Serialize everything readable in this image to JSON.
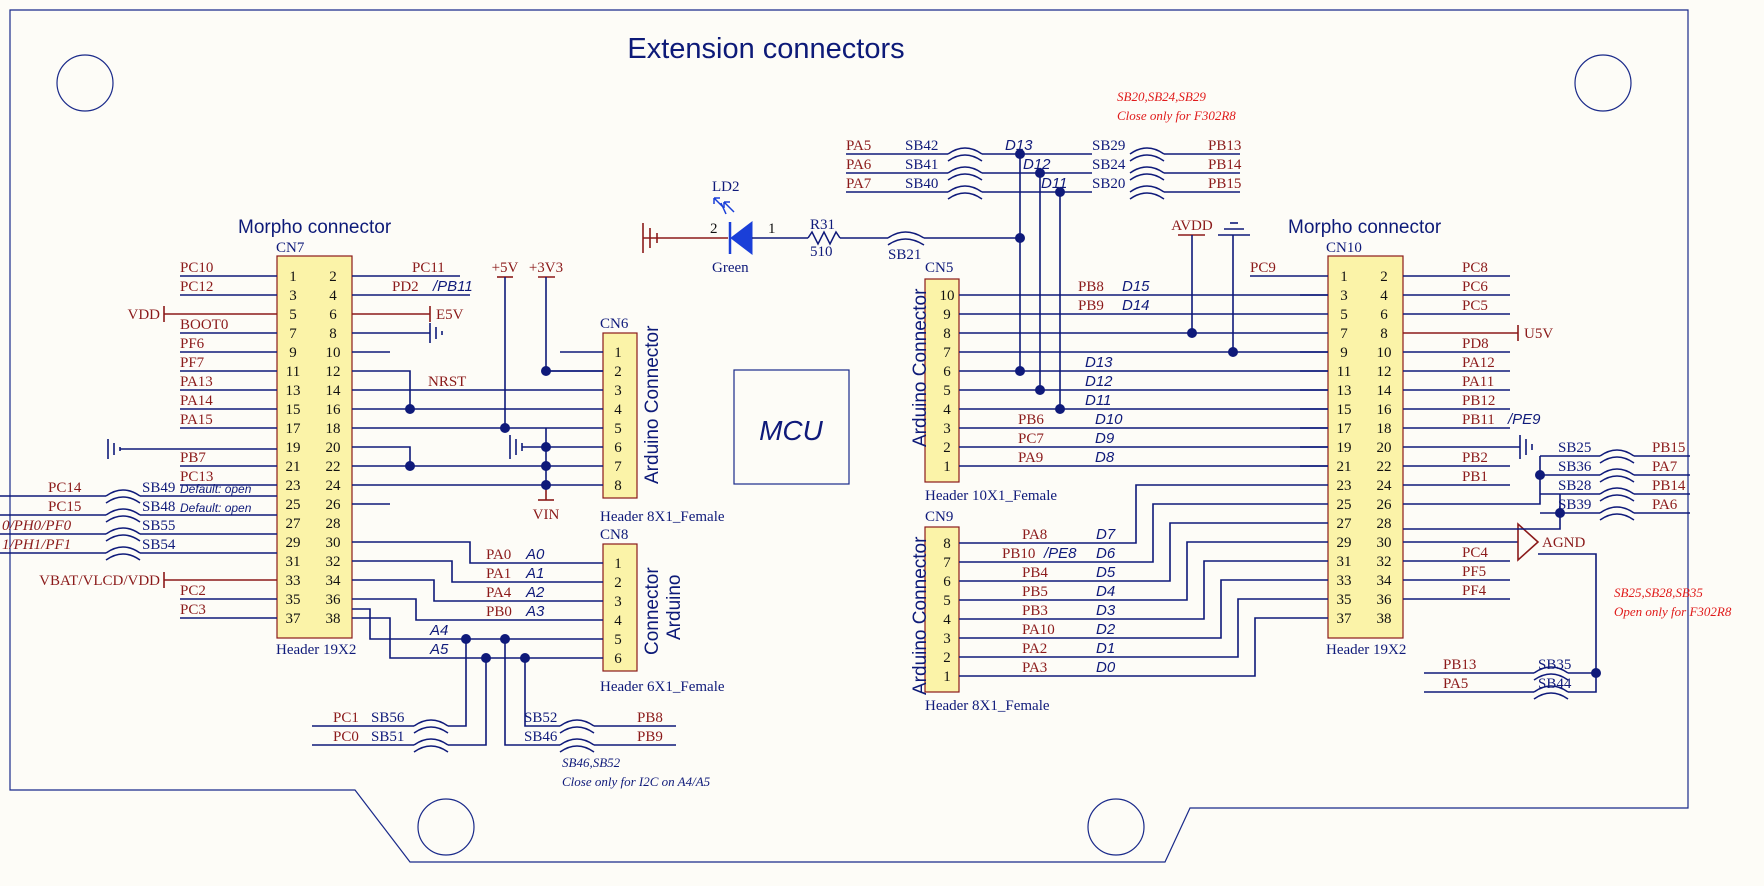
{
  "title": "Extension connectors",
  "mcu_label": "MCU",
  "colors": {
    "wire": "#0f1a7a",
    "net_label": "#8b1a1a",
    "note": "#e01b1b",
    "title": "#0d1a78",
    "body": "#fbf3a8"
  },
  "notes": {
    "sb_f302_close": [
      "SB20,SB24,SB29",
      "Close only for F302R8"
    ],
    "sb_f302_open": [
      "SB25,SB28,SB35",
      "Open only for F302R8"
    ],
    "sb_i2c": [
      "SB46,SB52",
      "Close only for I2C on A4/A5"
    ]
  },
  "cn7": {
    "title": "Morpho connector",
    "ref": "CN7",
    "footer": "Header 19X2",
    "pins_odd": [
      "1",
      "3",
      "5",
      "7",
      "9",
      "11",
      "13",
      "15",
      "17",
      "19",
      "21",
      "23",
      "25",
      "27",
      "29",
      "31",
      "33",
      "35",
      "37"
    ],
    "pins_even": [
      "2",
      "4",
      "6",
      "8",
      "10",
      "12",
      "14",
      "16",
      "18",
      "20",
      "22",
      "24",
      "26",
      "28",
      "30",
      "32",
      "34",
      "36",
      "38"
    ],
    "left_labels": [
      "PC10",
      "PC12",
      "",
      "BOOT0",
      "PF6",
      "PF7",
      "PA13",
      "PA14",
      "PA15",
      "",
      "PB7",
      "PC13",
      "",
      "",
      "",
      "",
      "",
      "PC2",
      "PC3"
    ],
    "right_labels": [
      "PC11",
      "PD2",
      "E5V",
      "",
      "",
      "",
      "",
      "",
      "",
      "",
      "",
      "",
      "",
      "",
      "",
      "",
      "",
      "",
      ""
    ],
    "pb11_alt": "/PB11",
    "nrst": "NRST",
    "vdd": "VDD",
    "vbat": "VBAT/VLCD/VDD",
    "far_left": [
      "PC14",
      "PC15",
      "0/PH0/PF0",
      "1/PH1/PF1"
    ],
    "far_left_sb": [
      "SB49",
      "SB48",
      "SB55",
      "SB54"
    ],
    "default_open": [
      "Default: open",
      "Default: open"
    ]
  },
  "cn6": {
    "ref": "CN6",
    "name": "Arduino Connector",
    "footer": "Header 8X1_Female",
    "pins": [
      "1",
      "2",
      "3",
      "4",
      "5",
      "6",
      "7",
      "8"
    ],
    "plus5": "+5V",
    "plus33": "+3V3",
    "vin": "VIN"
  },
  "cn8": {
    "ref": "CN8",
    "name_lines": [
      "Connector",
      "Arduino"
    ],
    "footer": "Header 6X1_Female",
    "pins": [
      "1",
      "2",
      "3",
      "4",
      "5",
      "6"
    ],
    "port_labels": [
      "PA0",
      "PA1",
      "PA4",
      "PB0"
    ],
    "arduino_labels": [
      "A0",
      "A1",
      "A2",
      "A3",
      "A4",
      "A5"
    ]
  },
  "bottom_left": {
    "labels": [
      "PC1",
      "PC0"
    ],
    "sb": [
      "SB56",
      "SB51"
    ],
    "right_sb": [
      "SB52",
      "SB46"
    ],
    "right_labels": [
      "PB8",
      "PB9"
    ]
  },
  "led": {
    "ref": "LD2",
    "color": "Green",
    "pin_a": "2",
    "pin_k": "1",
    "r_ref": "R31",
    "r_val": "510",
    "sb": "SB21"
  },
  "top_sb": {
    "left_labels": [
      "PA5",
      "PA6",
      "PA7"
    ],
    "left_sb": [
      "SB42",
      "SB41",
      "SB40"
    ],
    "mid_labels": [
      "D13",
      "D12",
      "D11"
    ],
    "right_sb": [
      "SB29",
      "SB24",
      "SB20"
    ],
    "right_labels": [
      "PB13",
      "PB14",
      "PB15"
    ]
  },
  "cn5": {
    "ref": "CN5",
    "name": "Arduino Connector",
    "footer": "Header 10X1_Female",
    "pins": [
      "10",
      "9",
      "8",
      "7",
      "6",
      "5",
      "4",
      "3",
      "2",
      "1"
    ],
    "port_labels": [
      "PB8",
      "PB9",
      "",
      "",
      "",
      "",
      "PB6",
      "PC7",
      "PA9"
    ],
    "arduino_labels": [
      "D15",
      "D14",
      "",
      "",
      "D13",
      "D12",
      "D11",
      "D10",
      "D9",
      "D8"
    ]
  },
  "cn9": {
    "ref": "CN9",
    "name": "Arduino Connector",
    "footer": "Header 8X1_Female",
    "pins": [
      "8",
      "7",
      "6",
      "5",
      "4",
      "3",
      "2",
      "1"
    ],
    "port_labels": [
      "PA8",
      "PB10",
      "PB4",
      "PB5",
      "PB3",
      "PA10",
      "PA2",
      "PA3"
    ],
    "pe8_alt": "/PE8",
    "arduino_labels": [
      "D7",
      "D6",
      "D5",
      "D4",
      "D3",
      "D2",
      "D1",
      "D0"
    ]
  },
  "cn10": {
    "title": "Morpho connector",
    "ref": "CN10",
    "footer": "Header 19X2",
    "pins_odd": [
      "1",
      "3",
      "5",
      "7",
      "9",
      "11",
      "13",
      "15",
      "17",
      "19",
      "21",
      "23",
      "25",
      "27",
      "29",
      "31",
      "33",
      "35",
      "37"
    ],
    "pins_even": [
      "2",
      "4",
      "6",
      "8",
      "10",
      "12",
      "14",
      "16",
      "18",
      "20",
      "22",
      "24",
      "26",
      "28",
      "30",
      "32",
      "34",
      "36",
      "38"
    ],
    "left_labels": [
      "PC9"
    ],
    "right_labels": [
      "PC8",
      "PC6",
      "PC5",
      "",
      "PD8",
      "PA12",
      "PA11",
      "PB12",
      "PB11",
      "",
      "PB2",
      "PB1",
      "",
      "",
      "",
      "PC4",
      "PF5",
      "PF4"
    ],
    "pe9_alt": "/PE9",
    "avdd": "AVDD",
    "u5v": "U5V",
    "agnd": "AGND"
  },
  "right_sb": {
    "sb": [
      "SB25",
      "SB36",
      "SB28",
      "SB39"
    ],
    "labels": [
      "PB15",
      "PA7",
      "PB14",
      "PA6"
    ]
  },
  "bottom_right": {
    "labels": [
      "PB13",
      "PA5"
    ],
    "sb": [
      "SB35",
      "SB44"
    ]
  }
}
